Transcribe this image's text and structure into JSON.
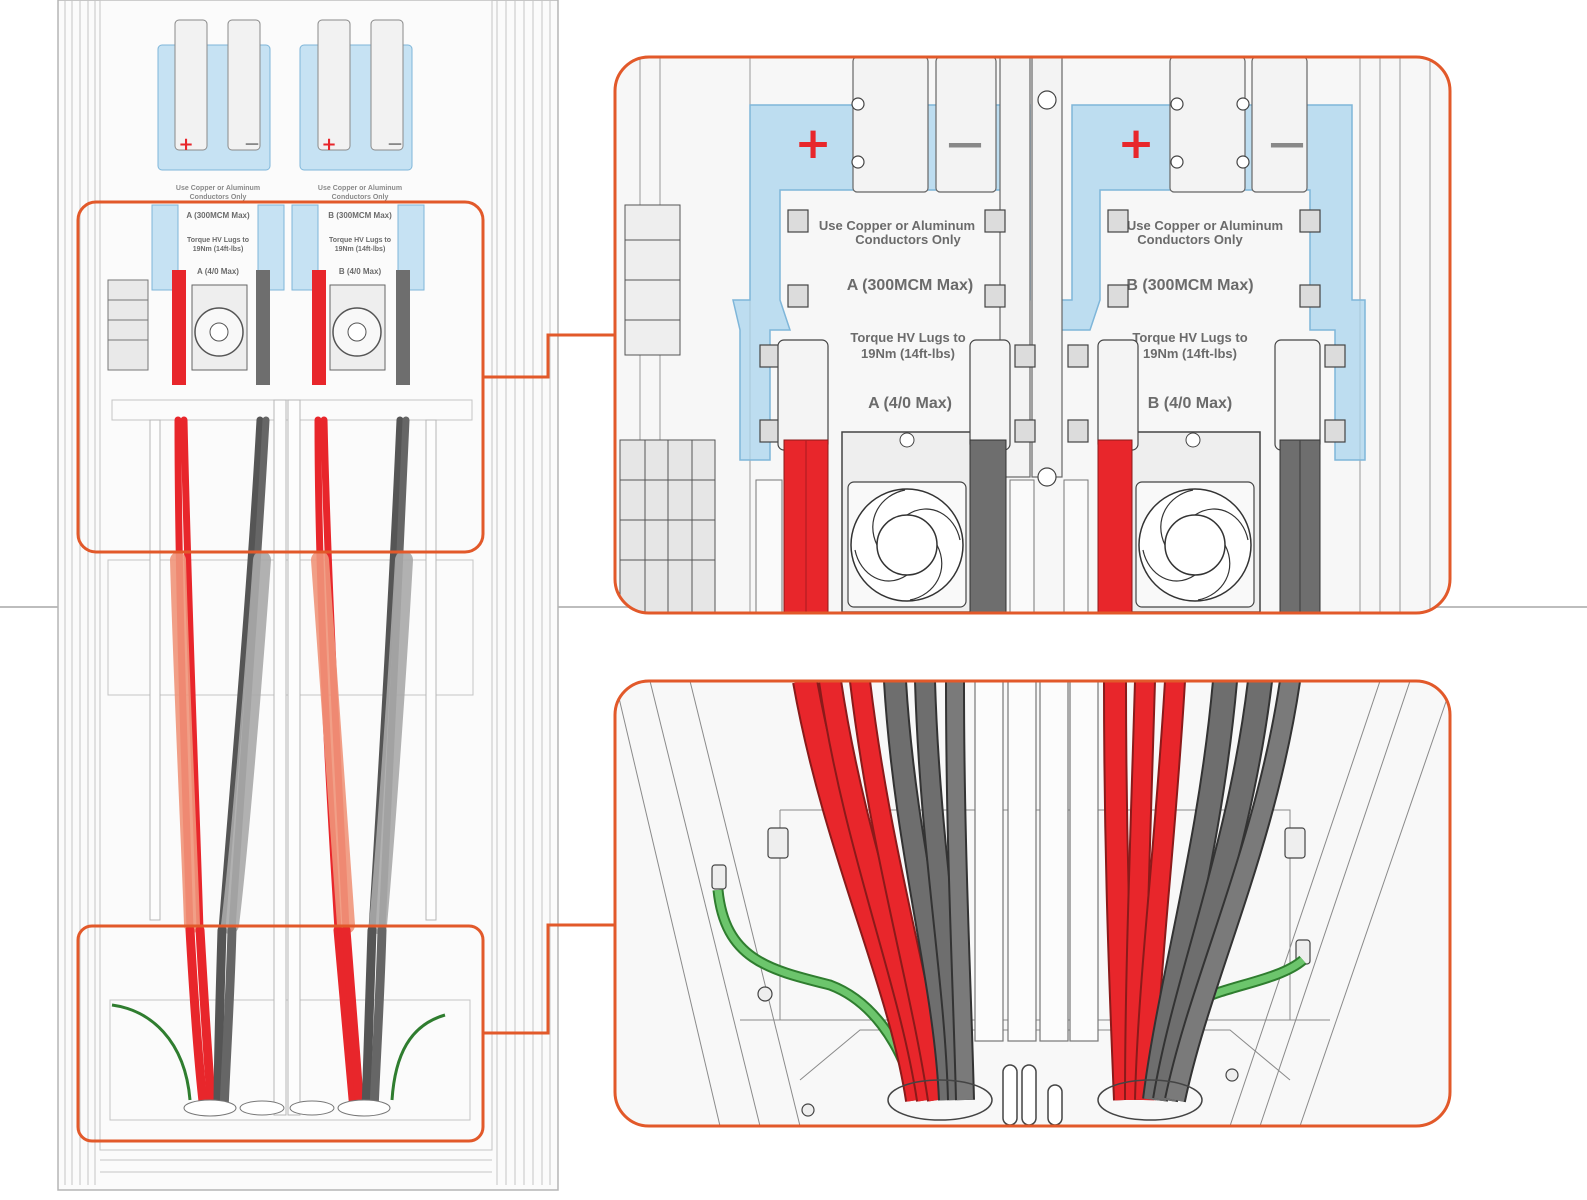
{
  "labels": {
    "conductors_note_line1": "Use Copper or Aluminum",
    "conductors_note_line2": "Conductors Only",
    "circuit_a_max": "A (300MCM Max)",
    "circuit_b_max": "B (300MCM Max)",
    "torque_line1": "Torque HV Lugs to",
    "torque_line2": "19Nm (14ft-lbs)",
    "circuit_a_min": "A (4/0 Max)",
    "circuit_b_min": "B (4/0 Max)",
    "plus_symbol": "+",
    "minus_symbol": "—"
  },
  "colors": {
    "callout_frame": "#e2592a",
    "positive_cable": "#e8262b",
    "negative_cable": "#6e6e6e",
    "ground_wire": "#5cb85c",
    "busbar_shield": "#a9d4ee",
    "line_art": "#9a9a9a",
    "panel_fill": "#f7f7f7",
    "faded_positive": "#f0957a",
    "faded_negative": "#a8a8a8"
  },
  "icons": {
    "fan": "fan-icon",
    "ground": "ground-wire-icon"
  }
}
